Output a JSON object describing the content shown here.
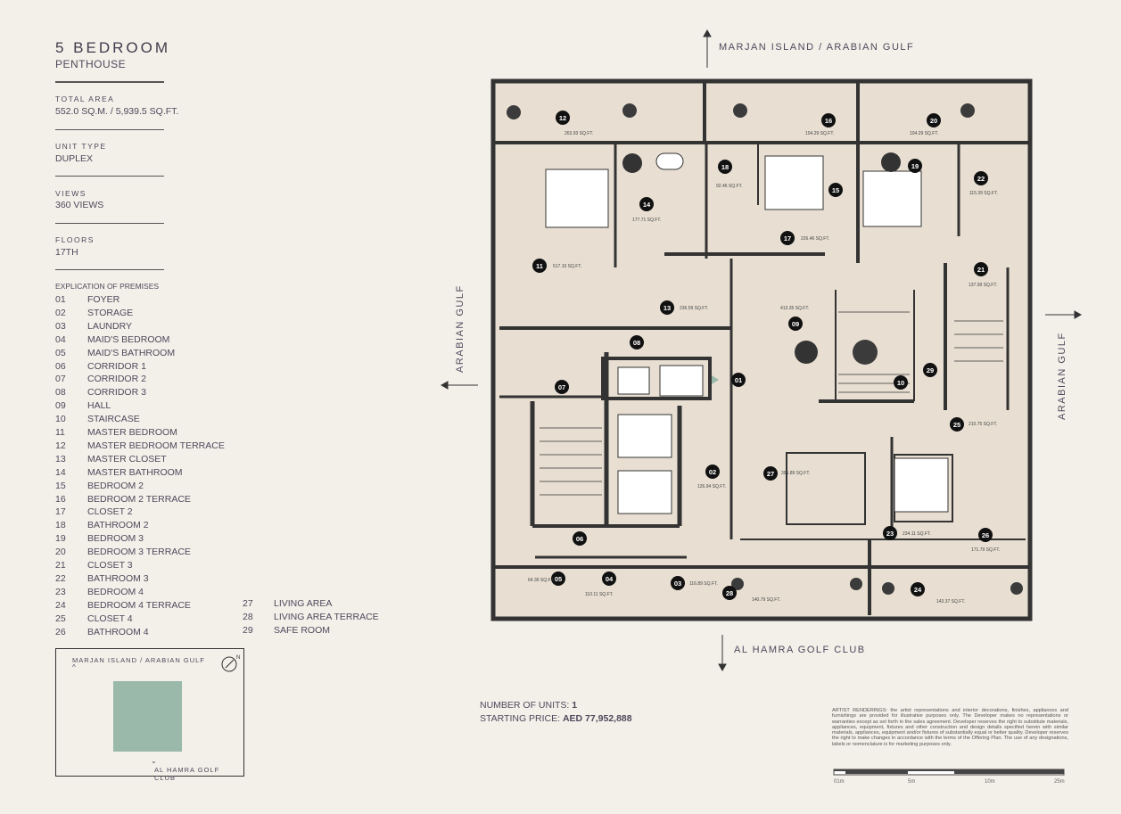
{
  "header": {
    "title": "5 BEDROOM",
    "subtitle": "PENTHOUSE"
  },
  "specs": [
    {
      "label": "TOTAL AREA",
      "value": "552.0 SQ.M.  /  5,939.5 SQ.FT."
    },
    {
      "label": "UNIT TYPE",
      "value": "DUPLEX"
    },
    {
      "label": "VIEWS",
      "value": "360 VIEWS"
    },
    {
      "label": "FLOORS",
      "value": "17TH"
    }
  ],
  "legend": {
    "title": "EXPLICATION OF PREMISES",
    "items": [
      {
        "n": "01",
        "t": "FOYER"
      },
      {
        "n": "02",
        "t": "STORAGE"
      },
      {
        "n": "03",
        "t": "LAUNDRY"
      },
      {
        "n": "04",
        "t": "MAID'S BEDROOM"
      },
      {
        "n": "05",
        "t": "MAID'S BATHROOM"
      },
      {
        "n": "06",
        "t": "CORRIDOR 1"
      },
      {
        "n": "07",
        "t": "CORRIDOR 2"
      },
      {
        "n": "08",
        "t": "CORRIDOR 3"
      },
      {
        "n": "09",
        "t": "HALL"
      },
      {
        "n": "10",
        "t": "STAIRCASE"
      },
      {
        "n": "11",
        "t": "MASTER BEDROOM"
      },
      {
        "n": "12",
        "t": "MASTER BEDROOM TERRACE"
      },
      {
        "n": "13",
        "t": "MASTER CLOSET"
      },
      {
        "n": "14",
        "t": "MASTER BATHROOM"
      },
      {
        "n": "15",
        "t": "BEDROOM 2"
      },
      {
        "n": "16",
        "t": "BEDROOM 2 TERRACE"
      },
      {
        "n": "17",
        "t": "CLOSET 2"
      },
      {
        "n": "18",
        "t": "BATHROOM 2"
      },
      {
        "n": "19",
        "t": "BEDROOM 3"
      },
      {
        "n": "20",
        "t": "BEDROOM 3 TERRACE"
      },
      {
        "n": "21",
        "t": "CLOSET 3"
      },
      {
        "n": "22",
        "t": "BATHROOM 3"
      },
      {
        "n": "23",
        "t": "BEDROOM 4"
      },
      {
        "n": "24",
        "t": "BEDROOM 4 TERRACE"
      },
      {
        "n": "25",
        "t": "CLOSET 4"
      },
      {
        "n": "26",
        "t": "BATHROOM 4"
      },
      {
        "n": "27",
        "t": "LIVING AREA"
      },
      {
        "n": "28",
        "t": "LIVING AREA TERRACE"
      },
      {
        "n": "29",
        "t": "SAFE ROOM"
      }
    ]
  },
  "minimap": {
    "top_label": "MARJAN ISLAND / ARABIAN GULF",
    "bottom_label": "AL HAMRA GOLF CLUB",
    "north": "N",
    "unit_color": "#9ab9aa"
  },
  "directions": {
    "north": "MARJAN ISLAND / ARABIAN GULF",
    "west": "ARABIAN GULF",
    "east": "ARABIAN GULF",
    "south": "AL HAMRA GOLF CLUB"
  },
  "rooms": [
    {
      "n": "12",
      "area": "263.93 SQ.FT."
    },
    {
      "n": "16",
      "area": "104.29 SQ.FT."
    },
    {
      "n": "20",
      "area": "104.29 SQ.FT."
    },
    {
      "n": "18",
      "area": "92.46 SQ.FT."
    },
    {
      "n": "19",
      "area": ""
    },
    {
      "n": "14",
      "area": "177.71 SQ.FT."
    },
    {
      "n": "15",
      "area": ""
    },
    {
      "n": "22",
      "area": "115.39 SQ.FT."
    },
    {
      "n": "17",
      "area": "226.46 SQ.FT."
    },
    {
      "n": "11",
      "area": "517.10 SQ.FT."
    },
    {
      "n": "21",
      "area": "137.99 SQ.FT."
    },
    {
      "n": "13",
      "area": "236.59 SQ.FT."
    },
    {
      "n": "09",
      "area": "413.35 SQ.FT."
    },
    {
      "n": "08",
      "area": ""
    },
    {
      "n": "07",
      "area": ""
    },
    {
      "n": "01",
      "area": ""
    },
    {
      "n": "29",
      "area": ""
    },
    {
      "n": "10",
      "area": ""
    },
    {
      "n": "25",
      "area": "210.75 SQ.FT."
    },
    {
      "n": "02",
      "area": "126.94 SQ.FT."
    },
    {
      "n": "27",
      "area": "395.89 SQ.FT."
    },
    {
      "n": "23",
      "area": "234.11 SQ.FT."
    },
    {
      "n": "26",
      "area": "171.79 SQ.FT."
    },
    {
      "n": "06",
      "area": ""
    },
    {
      "n": "05",
      "area": "64.36 SQ.FT."
    },
    {
      "n": "04",
      "area": "110.11 SQ.FT."
    },
    {
      "n": "03",
      "area": "116.89 SQ.FT."
    },
    {
      "n": "28",
      "area": "140.79 SQ.FT."
    },
    {
      "n": "24",
      "area": "143.37 SQ.FT."
    }
  ],
  "units": {
    "label": "NUMBER OF UNITS:",
    "value": "1"
  },
  "price": {
    "label": "STARTING PRICE:",
    "value": "AED 77,952,888"
  },
  "disclaimer": "ARTIST RENDERINGS: the artist representations and interior decorations, finishes, appliances and furnishings are provided for illustrative purposes only. The Developer makes no representations or warranties except as set forth in the sales agreement. Developer reserves the right to substitute materials, appliances, equipment, fixtures and other construction and design details specified herein with similar materials, appliances, equipment and/or fixtures of substantially equal or better quality. Developer reserves the right to make changes in accordance with the terms of the Offering Plan. The use of any designations, labels or nomenclature is for marketing purposes only.",
  "scale": [
    "01m",
    "5m",
    "10m",
    "25m"
  ],
  "colors": {
    "floor": "#e8dfd2",
    "wall": "#343333",
    "accent": "#9ab9aa",
    "background": "#f3efe9"
  }
}
